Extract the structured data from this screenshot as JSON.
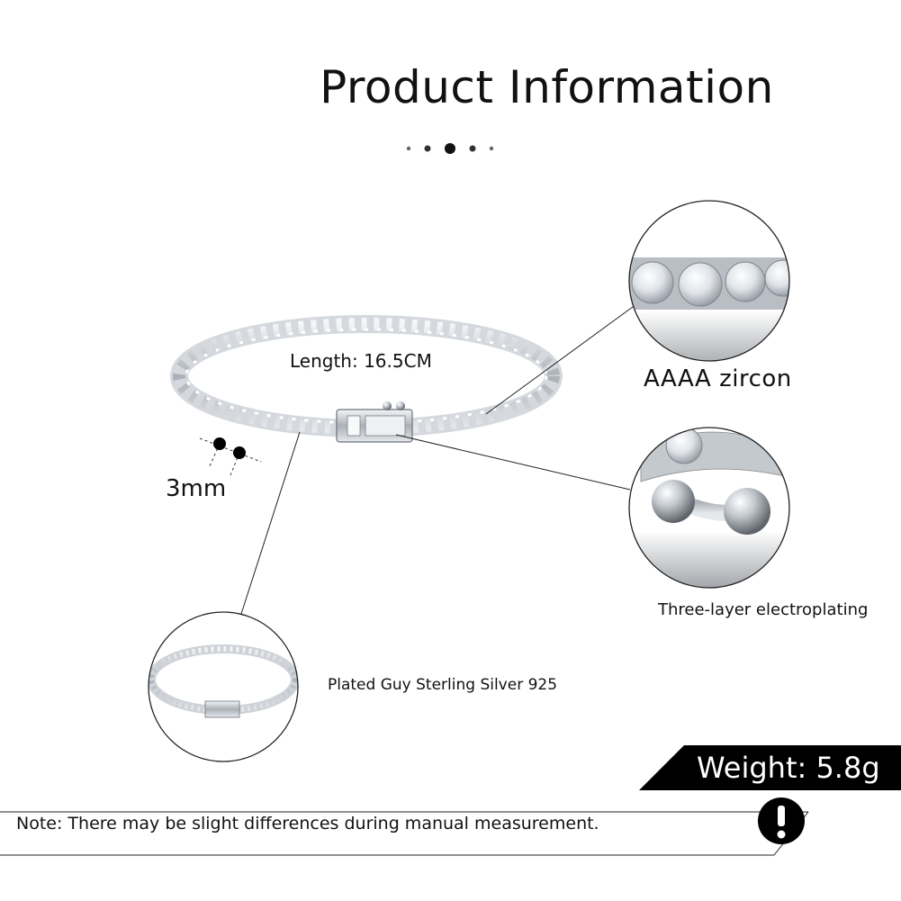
{
  "header": {
    "title": "Product Information"
  },
  "specs": {
    "length": "Length: 16.5CM",
    "width": "3mm",
    "weight": "Weight: 5.8g"
  },
  "callouts": {
    "zircon": "AAAA zircon",
    "plating": "Three-layer electroplating",
    "silver": "Plated Guy Sterling Silver 925"
  },
  "footer": {
    "note": "Note: There may be slight differences during manual measurement."
  },
  "colors": {
    "text": "#111111",
    "banner": "#000000",
    "silver": "#c9cdd2",
    "background": "#ffffff"
  },
  "icons": [
    "pagination-dots",
    "warning-icon",
    "bracelet-image",
    "zircon-closeup-image",
    "clasp-closeup-image",
    "full-bracelet-image"
  ]
}
